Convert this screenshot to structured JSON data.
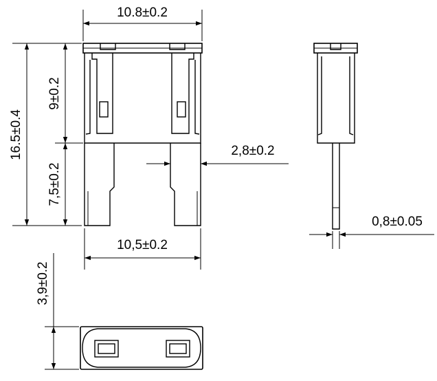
{
  "drawing": {
    "dimensions": {
      "total_width": "10.8±0.2",
      "total_height": "16.5±0.4",
      "body_height": "9±0.2",
      "blade_length": "7,5±0.2",
      "blade_width": "2,8±0.2",
      "blade_span": "10,5±0.2",
      "body_thickness": "3,9±0.2",
      "blade_thickness": "0,8±0.05"
    }
  }
}
